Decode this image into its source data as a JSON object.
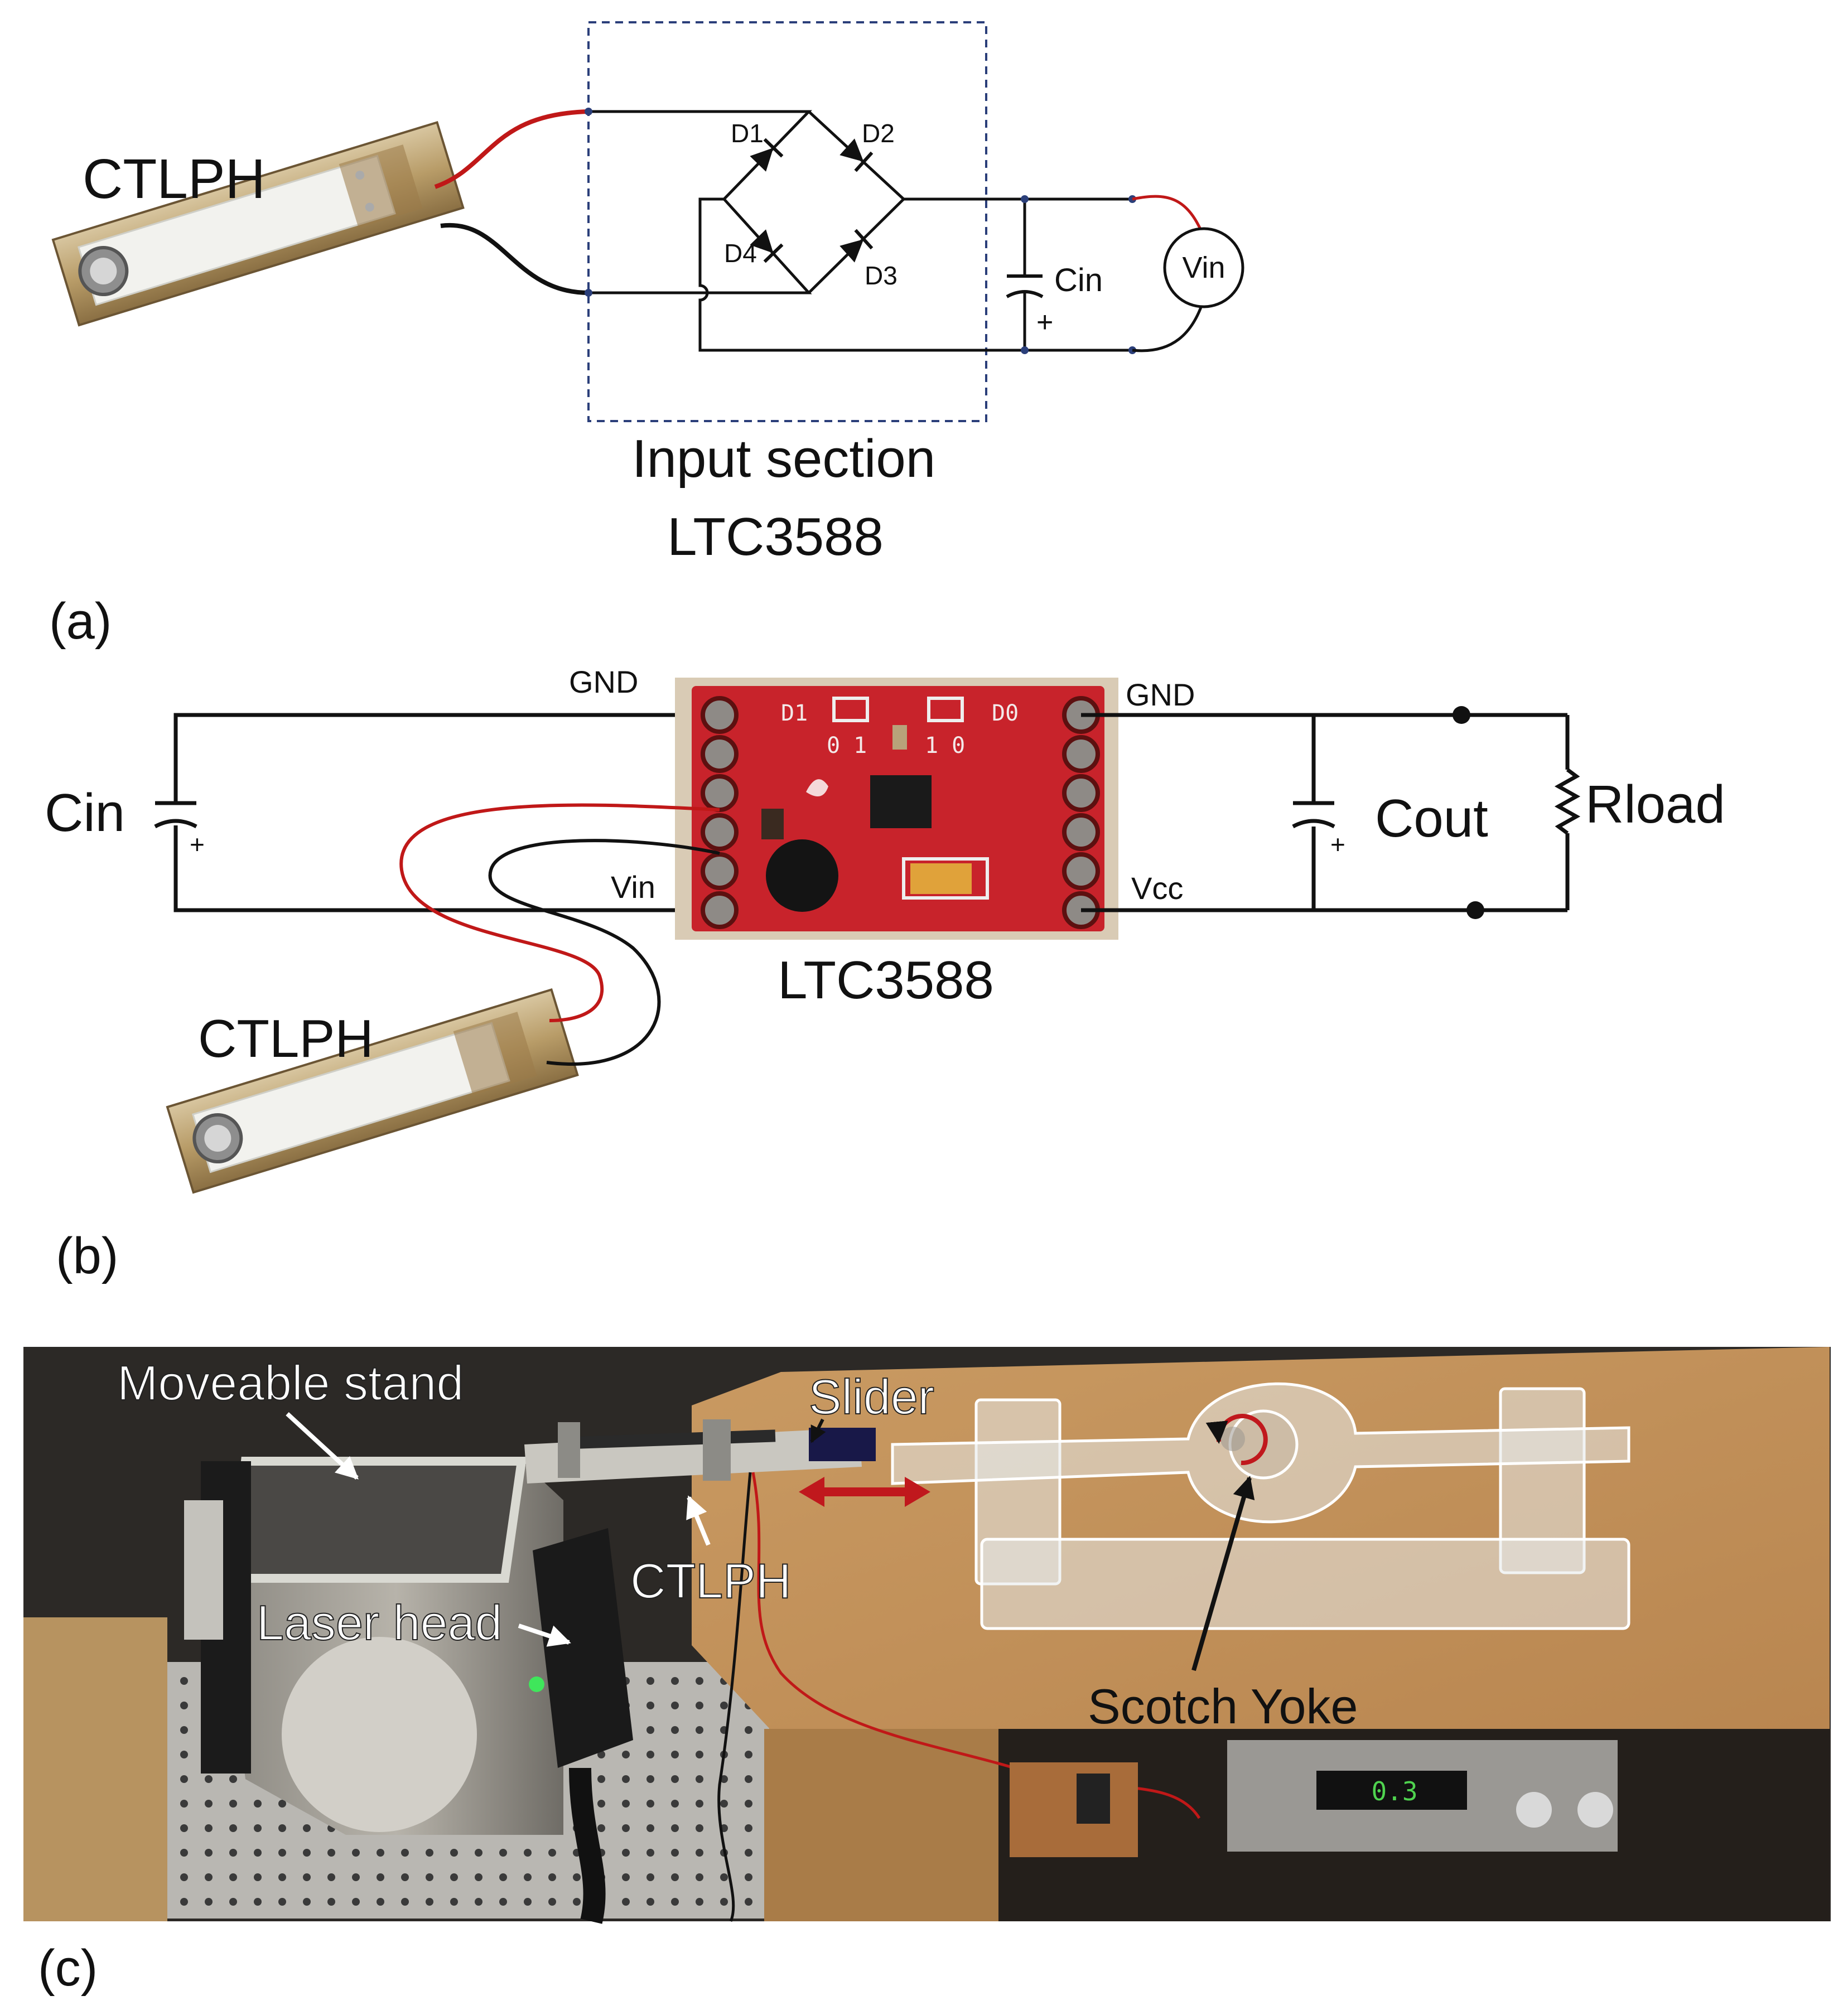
{
  "panel_a": {
    "caption": "(a)",
    "harvester_label": "CTLPH",
    "diodes": [
      "D1",
      "D2",
      "D3",
      "D4"
    ],
    "capacitor_label": "Cin",
    "capacitor_polarity": "+",
    "voltmeter_label": "Vin",
    "section_label_line1": "Input section",
    "section_label_line2": "LTC3588"
  },
  "panel_b": {
    "caption": "(b)",
    "cin_label": "Cin",
    "cin_polarity": "+",
    "board_label": "LTC3588",
    "harvester_label": "CTLPH",
    "pin_gnd_left": "GND",
    "pin_vin": "Vin",
    "pin_gnd_right": "GND",
    "pin_vcc": "Vcc",
    "board_marks": [
      "D1",
      "D0",
      "0 1",
      "1 0"
    ],
    "cout_label": "Cout",
    "cout_polarity": "+",
    "load_label": "Rload"
  },
  "panel_c": {
    "caption": "(c)",
    "labels": {
      "stand": "Moveable stand",
      "slider": "Slider",
      "ctlph": "CTLPH",
      "laser": "Laser head",
      "yoke": "Scotch Yoke"
    },
    "display_reading": "0.3"
  },
  "colors": {
    "wire_red": "#c01818",
    "wire_black": "#111111",
    "pcb_red": "#c8232b",
    "dashed_box": "#2b3f7a",
    "motion_arrow": "#c0181d"
  }
}
